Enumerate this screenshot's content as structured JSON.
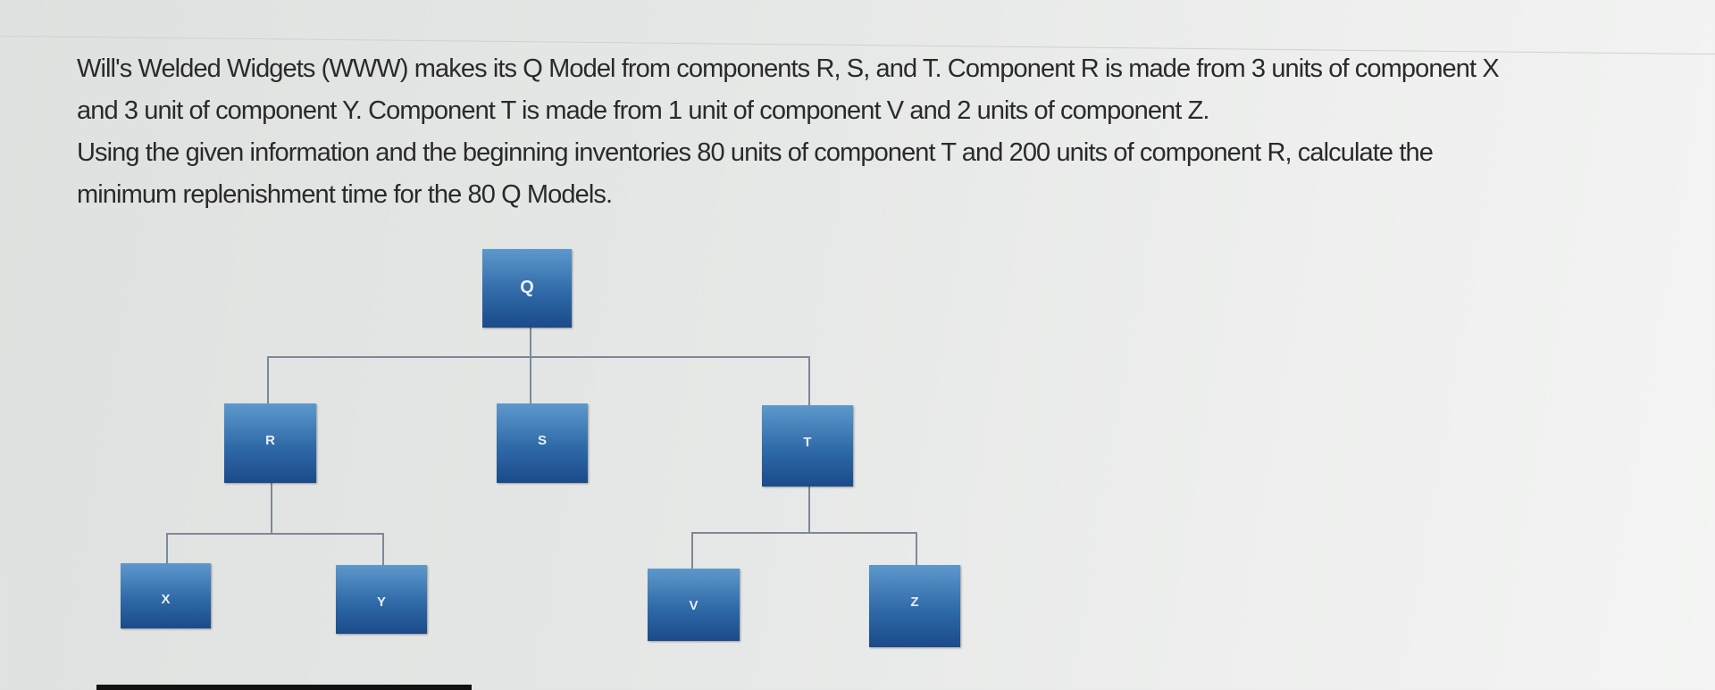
{
  "question": {
    "lines": [
      "Will's Welded Widgets (WWW) makes its Q Model from components R, S, and T. Component R is made from 3 units of component X",
      "and 3 unit of component Y. Component T is made from 1 unit of component V and 2 units of component Z.",
      "Using the given information and the beginning inventories 80 units of component T and 200 units of component R, calculate the",
      "minimum replenishment time for the 80 Q Models."
    ]
  },
  "diagram": {
    "nodes": {
      "Q": "Q",
      "R": "R",
      "S": "S",
      "T": "T",
      "X": "X",
      "Y": "Y",
      "V": "V",
      "Z": "Z"
    },
    "edges": [
      [
        "Q",
        "R"
      ],
      [
        "Q",
        "S"
      ],
      [
        "Q",
        "T"
      ],
      [
        "R",
        "X"
      ],
      [
        "R",
        "Y"
      ],
      [
        "T",
        "V"
      ],
      [
        "T",
        "Z"
      ]
    ],
    "box_color_top": "#5d98cc",
    "box_color_bottom": "#1b4a8a"
  }
}
